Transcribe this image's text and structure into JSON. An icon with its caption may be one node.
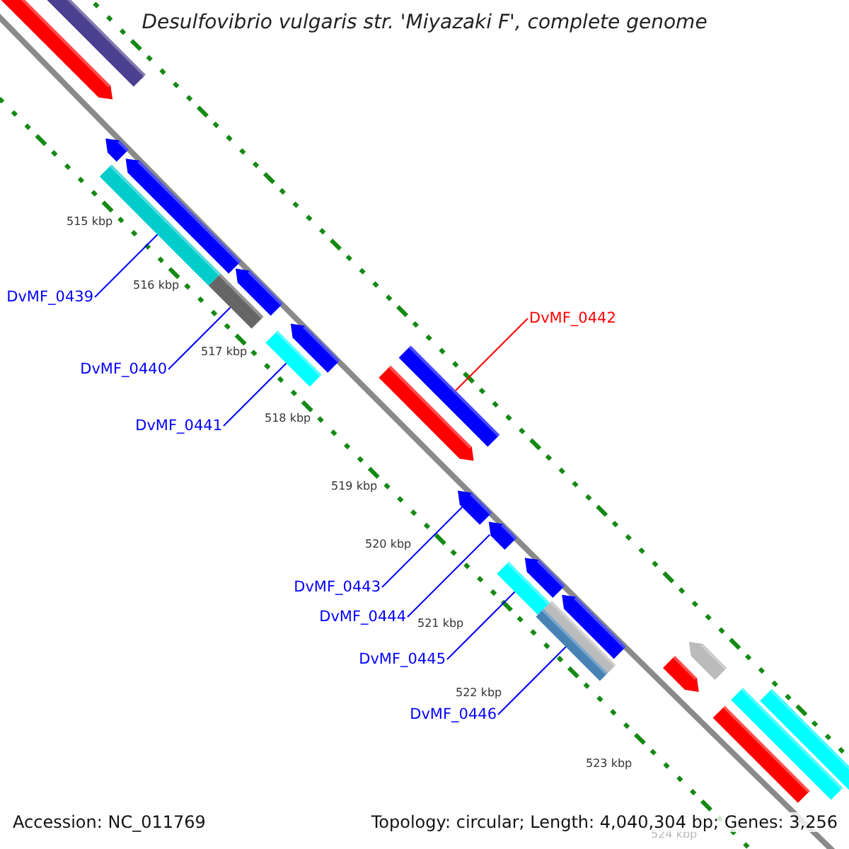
{
  "diagram": {
    "title": "Desulfovibrio vulgaris str. 'Miyazaki F', complete genome",
    "nodes": [
      {
        "text": [
          "DvMF_0439"
        ]
      },
      {
        "text": [
          "DvMF_0440"
        ]
      },
      {
        "text": [
          "DvMF_0441"
        ]
      },
      {
        "text": [
          "DvMF_0442"
        ]
      },
      {
        "text": [
          "DvMF_0443"
        ]
      },
      {
        "text": [
          "DvMF_0444"
        ]
      },
      {
        "text": [
          "DvMF_0445"
        ]
      },
      {
        "text": [
          "DvMF_0446"
        ]
      },
      {
        "text": [],
        "shape": "bar"
      },
      {
        "text": [],
        "shape": "bar"
      },
      {
        "text": [],
        "shape": "bar"
      },
      {
        "text": [],
        "shape": "bar"
      },
      {
        "text": [],
        "shape": "bar"
      },
      {
        "text": [],
        "shape": "bar"
      },
      {
        "text": [],
        "shape": "bar"
      },
      {
        "text": [],
        "shape": "bar"
      },
      {
        "text": [],
        "shape": "bar"
      },
      {
        "text": [],
        "shape": "bar"
      },
      {
        "text": [],
        "shape": "bar"
      },
      {
        "text": [],
        "shape": "bar"
      },
      {
        "text": [],
        "shape": "bar"
      },
      {
        "text": [],
        "shape": "bar"
      },
      {
        "text": [],
        "shape": "bar"
      },
      {
        "text": [],
        "shape": "bar"
      },
      {
        "text": [],
        "shape": "bar"
      },
      {
        "text": [],
        "shape": "bar"
      },
      {
        "text": [],
        "shape": "bar"
      },
      {
        "text": [],
        "shape": "bar"
      },
      {
        "text": [],
        "shape": "bar"
      },
      {
        "text": [],
        "shape": "bar"
      },
      {
        "text": [],
        "shape": "bar"
      }
    ],
    "edges": [
      {
        "from": 0,
        "to": 11,
        "arrow": "none"
      },
      {
        "from": 1,
        "to": 13,
        "arrow": "none"
      },
      {
        "from": 2,
        "to": 15,
        "arrow": "none"
      },
      {
        "from": 3,
        "to": 17,
        "arrow": "none",
        "color": "#ff0000"
      },
      {
        "from": 4,
        "to": 19,
        "arrow": "none"
      },
      {
        "from": 5,
        "to": 20,
        "arrow": "none"
      },
      {
        "from": 6,
        "to": 21,
        "arrow": "none"
      },
      {
        "from": 7,
        "to": 24,
        "arrow": "none"
      }
    ],
    "labels": [
      "515 kbp",
      "516 kbp",
      "517 kbp",
      "518 kbp",
      "519 kbp",
      "520 kbp",
      "521 kbp",
      "522 kbp",
      "523 kbp",
      "524 kbp",
      "Accession: NC_011769",
      "Topology: circular; Length: 4,040,304 bp; Genes: 3,256"
    ]
  }
}
